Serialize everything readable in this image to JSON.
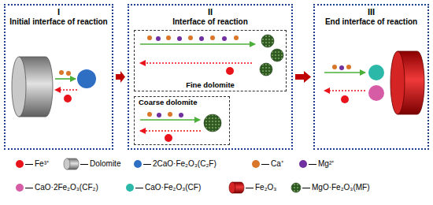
{
  "diagram": {
    "nodes": [
      {
        "text": [
          "I",
          "Initial interface of reaction"
        ]
      },
      {
        "text": [
          "II",
          "Interface of reaction"
        ]
      },
      {
        "text": [
          "III",
          "End interface of reaction"
        ]
      },
      {
        "text": [
          "Fine dolomite"
        ],
        "in": 1
      },
      {
        "text": [
          "Coarse dolomite"
        ],
        "in": 1
      }
    ],
    "edges": [
      {
        "from": 0,
        "to": 1,
        "arrow": "to"
      },
      {
        "from": 1,
        "to": 2,
        "arrow": "to"
      }
    ],
    "legend": [
      {
        "text": "Fe³⁺",
        "color": "#e8131b"
      },
      {
        "text": "Dolomite"
      },
      {
        "text": "2CaO·Fe₂O₃(C₂F)",
        "color": "#2e6fc4"
      },
      {
        "text": "Ca⁺",
        "color": "#d9762a"
      },
      {
        "text": "Mg²⁺",
        "color": "#7030a0"
      },
      {
        "text": "CaO·2Fe₂O₃(CF₂)",
        "color": "#d65ca6"
      },
      {
        "text": "CaO·Fe₂O₃(CF)",
        "color": "#2bb8a8"
      },
      {
        "text": "Fe₂O₃"
      },
      {
        "text": "MgO·Fe₂O₃(MF)"
      }
    ]
  }
}
